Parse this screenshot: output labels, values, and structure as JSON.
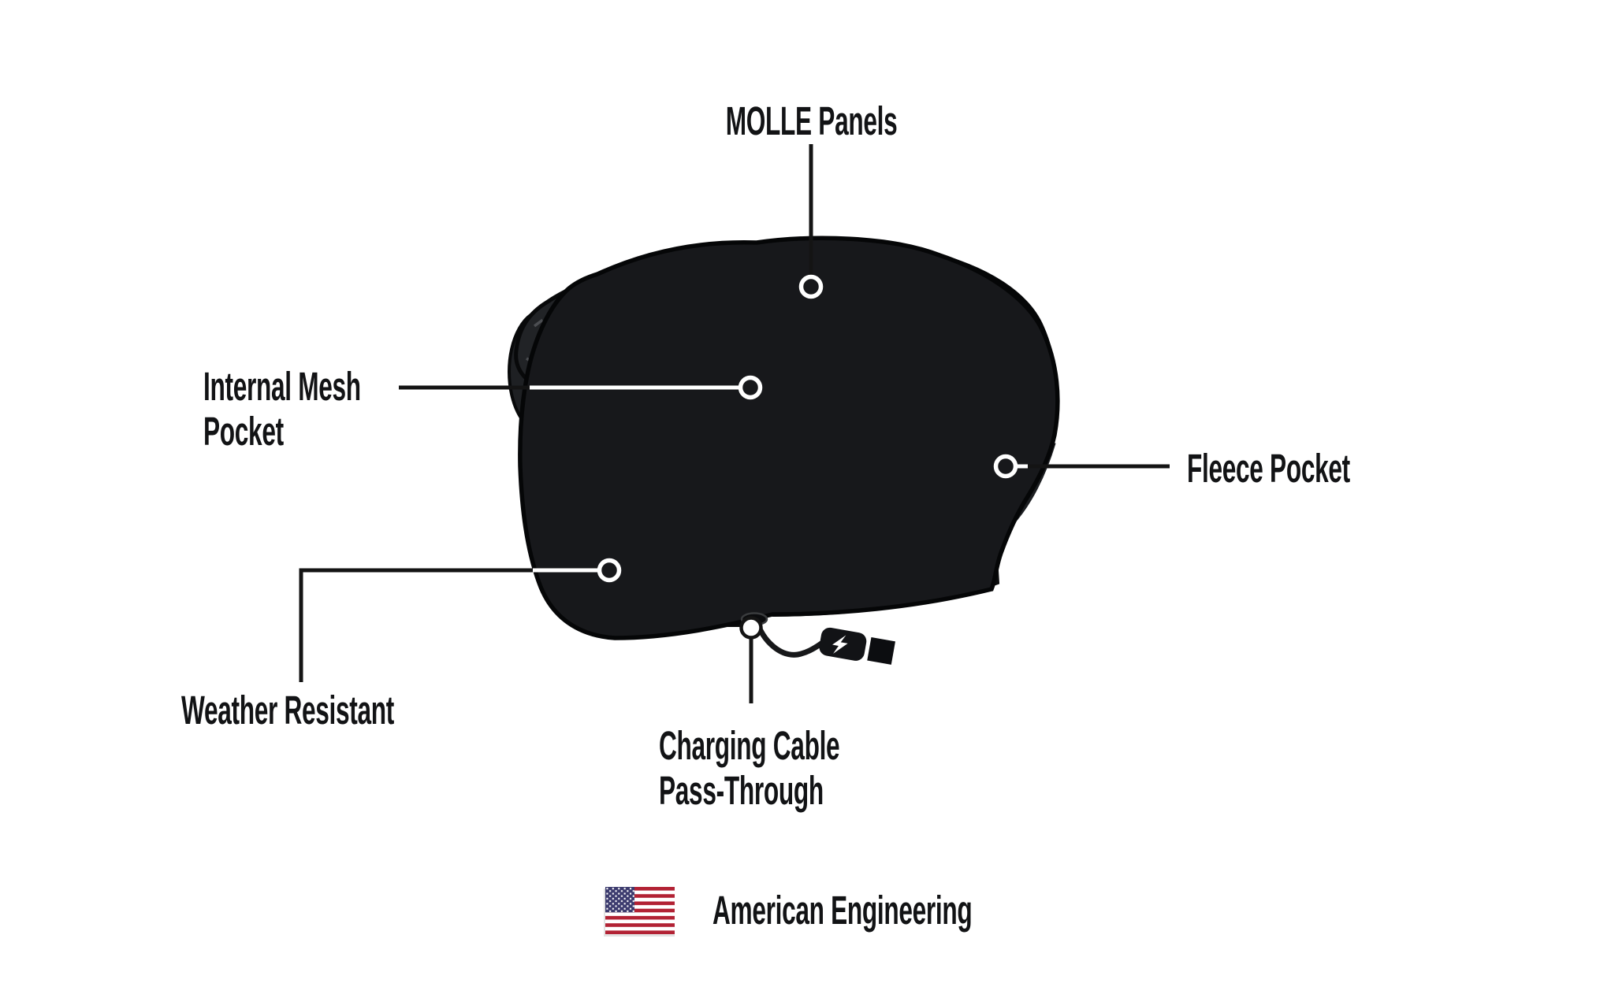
{
  "figure": {
    "alt": "Black motorcycle handlebar bag shown with feature callouts",
    "style": "line-art product illustration"
  },
  "callouts": [
    {
      "id": "molle-panels",
      "label": "MOLLE Panels"
    },
    {
      "id": "internal-mesh-pocket",
      "lines": [
        "Internal Mesh",
        "Pocket"
      ]
    },
    {
      "id": "fleece-pocket",
      "label": "Fleece Pocket"
    },
    {
      "id": "weather-resistant",
      "label": "Weather Resistant"
    },
    {
      "id": "charging-cable-pass-through",
      "lines": [
        "Charging Cable",
        "Pass-Through"
      ]
    }
  ],
  "footer": {
    "flag_icon": "us-flag-icon",
    "text": "American Engineering"
  },
  "colors": {
    "background": "#ffffff",
    "label_text": "#121315",
    "leader_line_dark": "#141414",
    "leader_line_light": "#ffffff",
    "bag_body": "#17181b",
    "bag_flap": "#26282c",
    "bottom_band_gray": "#53555a",
    "zipper_pull_gray": "#b3b5b8",
    "flag_red": "#b22234",
    "flag_blue": "#3c3b6e"
  }
}
